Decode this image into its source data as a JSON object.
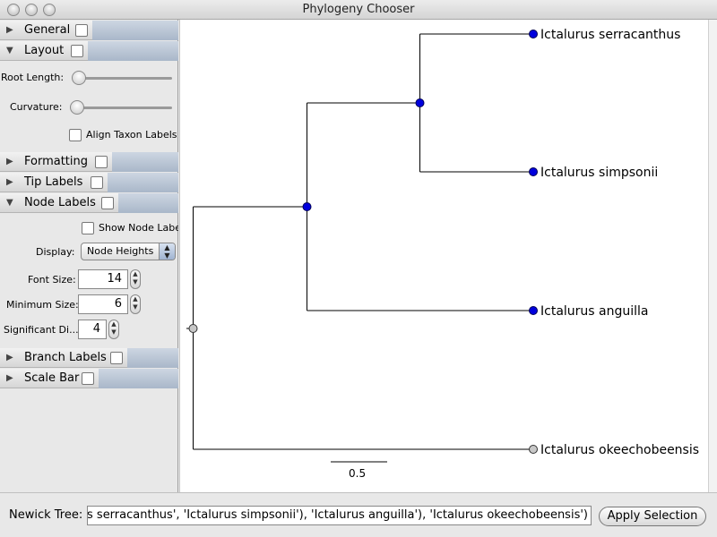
{
  "window": {
    "title": "Phylogeny Chooser"
  },
  "sidebar": {
    "sections": {
      "general": {
        "label": "General",
        "expanded": false
      },
      "layout": {
        "label": "Layout",
        "expanded": true,
        "root_length_label": "Root Length:",
        "curvature_label": "Curvature:",
        "align_taxon_label": "Align Taxon Labels",
        "root_length_value": 0,
        "curvature_value": 0
      },
      "formatting": {
        "label": "Formatting",
        "expanded": false
      },
      "tip_labels": {
        "label": "Tip Labels",
        "expanded": false
      },
      "node_labels": {
        "label": "Node Labels",
        "expanded": true,
        "show_node_labels_label": "Show Node Labe",
        "display_label": "Display:",
        "display_value": "Node Heights",
        "font_size_label": "Font Size:",
        "font_size_value": "14",
        "min_size_label": "Minimum Size:",
        "min_size_value": "6",
        "sig_digits_label": "Significant Di...",
        "sig_digits_value": "4"
      },
      "branch_labels": {
        "label": "Branch Labels",
        "expanded": false
      },
      "scale_bar": {
        "label": "Scale Bar",
        "expanded": false
      }
    }
  },
  "tree": {
    "taxa": {
      "serracanthus": "Ictalurus serracanthus",
      "simpsonii": "Ictalurus simpsonii",
      "anguilla": "Ictalurus anguilla",
      "okeechobeensis": "Ictalurus okeechobeensis"
    },
    "scale_label": "0.5",
    "node_color": "#0000dd",
    "unselected_node_color": "#c8c8c8"
  },
  "bottom": {
    "newick_label": "Newick Tree:",
    "newick_value": "urus serracanthus', 'Ictalurus simpsonii'), 'Ictalurus anguilla'), 'Ictalurus okeechobeensis')",
    "apply_label": "Apply Selection"
  }
}
